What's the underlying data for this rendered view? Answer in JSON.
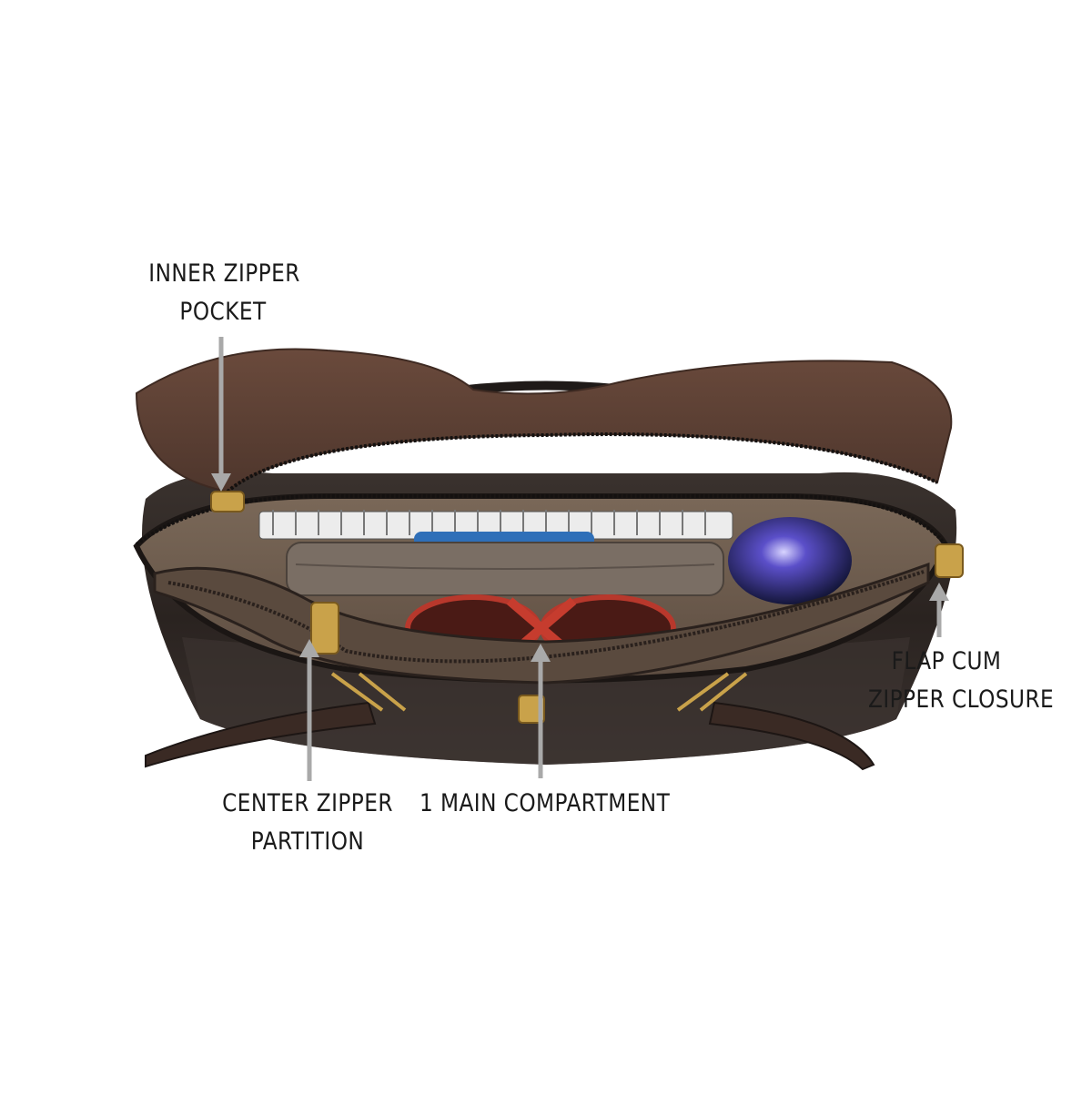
{
  "labels": {
    "inner_zipper_pocket": [
      "INNER ZIPPER",
      "POCKET"
    ],
    "flap_cum_zipper_closure": [
      "FLAP CUM",
      "ZIPPER CLOSURE"
    ],
    "center_zipper_partition": [
      "CENTER ZIPPER",
      "PARTITION"
    ],
    "main_compartment": [
      "1 MAIN COMPARTMENT"
    ]
  },
  "colors": {
    "background": "#ffffff",
    "bag_leather": "#2e2724",
    "flap_lining": "#5a3f33",
    "interior_lining": "#6b5a4d",
    "arrow": "#a9a9a9",
    "hardware_gold": "#c9a24a",
    "text": "#1a1a1a"
  }
}
